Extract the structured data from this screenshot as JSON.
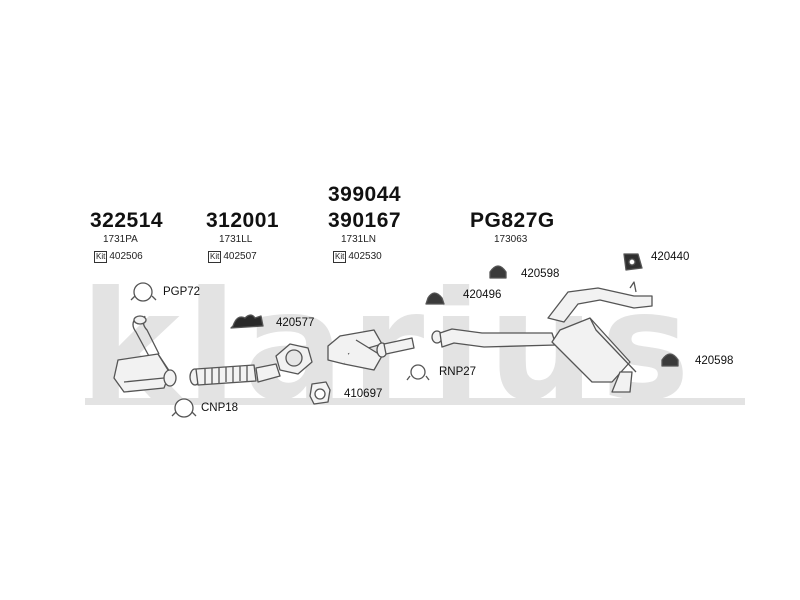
{
  "watermark": "klarius",
  "columns": [
    {
      "part_number": "322514",
      "code": "1731PA",
      "kit_tag": "Kit",
      "kit_number": "402506"
    },
    {
      "part_number": "312001",
      "code": "1731LL",
      "kit_tag": "Kit",
      "kit_number": "402507"
    },
    {
      "part_number_top": "399044",
      "part_number": "390167",
      "code": "1731LN",
      "kit_tag": "Kit",
      "kit_number": "402530"
    },
    {
      "part_number": "PG827G",
      "code": "173063"
    }
  ],
  "fittings": {
    "pgp72": "PGP72",
    "cnp18": "CNP18",
    "f420577": "420577",
    "f410697": "410697",
    "rnp27": "RNP27",
    "f420496": "420496",
    "f420598_top": "420598",
    "f420440": "420440",
    "f420598_right": "420598"
  },
  "colors": {
    "stroke": "#555555",
    "part_fill": "#f2f2f2",
    "watermark": "#e3e3e3"
  }
}
